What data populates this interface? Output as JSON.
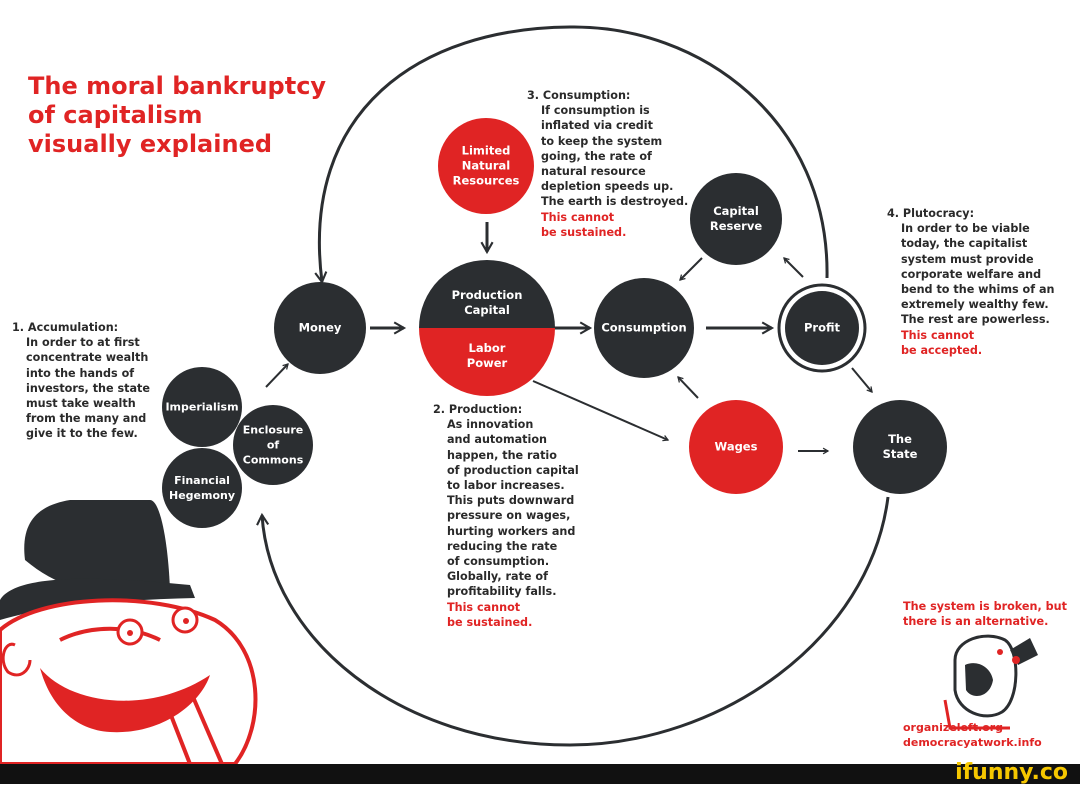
{
  "title": [
    "The moral bankruptcy",
    "of capitalism",
    "visually explained"
  ],
  "nodes": {
    "money": "Money",
    "production_capital": [
      "Production",
      "Capital"
    ],
    "labor_power": [
      "Labor",
      "Power"
    ],
    "consumption": "Consumption",
    "profit": "Profit",
    "capital_reserve": [
      "Capital",
      "Reserve"
    ],
    "wages": "Wages",
    "the_state": [
      "The",
      "State"
    ],
    "limited_natural_resources": [
      "Limited",
      "Natural",
      "Resources"
    ],
    "imperialism": "Imperialism",
    "enclosure_of_commons": [
      "Enclosure",
      "of",
      "Commons"
    ],
    "financial_hegemony": [
      "Financial",
      "Hegemony"
    ]
  },
  "annotations": {
    "accumulation": {
      "lines": [
        "1. Accumulation:",
        "   In order to at first",
        "   concentrate wealth",
        "   into the hands of",
        "   investors, the state",
        "   must take wealth",
        "   from the many and",
        "   give it to the few."
      ]
    },
    "production": {
      "lines": [
        "2. Production:",
        "   As innovation",
        "   and automation",
        "   happen, the ratio",
        "   of production capital",
        "   to labor increases.",
        "   This puts downward",
        "   pressure on wages,",
        "   hurting workers and",
        "   reducing the rate",
        "   of consumption.",
        "   Globally, rate of",
        "   profitability falls."
      ],
      "warning": [
        "This cannot",
        "be sustained."
      ]
    },
    "consumption": {
      "lines": [
        "3. Consumption:",
        "   If consumption is",
        "   inflated via credit",
        "   to keep the system",
        "   going, the rate of",
        "   natural resource",
        "   depletion speeds up.",
        "   The earth is destroyed."
      ],
      "warning": [
        "This cannot",
        "be sustained."
      ]
    },
    "plutocracy": {
      "lines": [
        "4. Plutocracy:",
        "   In order to be viable",
        "   today, the capitalist",
        "   system must provide",
        "   corporate welfare and",
        "   bend to the whims of an",
        "   extremely wealthy few.",
        "   The rest are powerless."
      ],
      "warning": [
        "This cannot",
        "be accepted."
      ]
    }
  },
  "tagline": [
    "The system is broken, but",
    "there is an alternative."
  ],
  "credits": [
    "organizeleft.org",
    "democracyatwork.info"
  ],
  "watermark": "ifunny.co",
  "colors": {
    "red": "#e02424",
    "dark": "#2b2e31",
    "text": "#2a2a2a"
  }
}
